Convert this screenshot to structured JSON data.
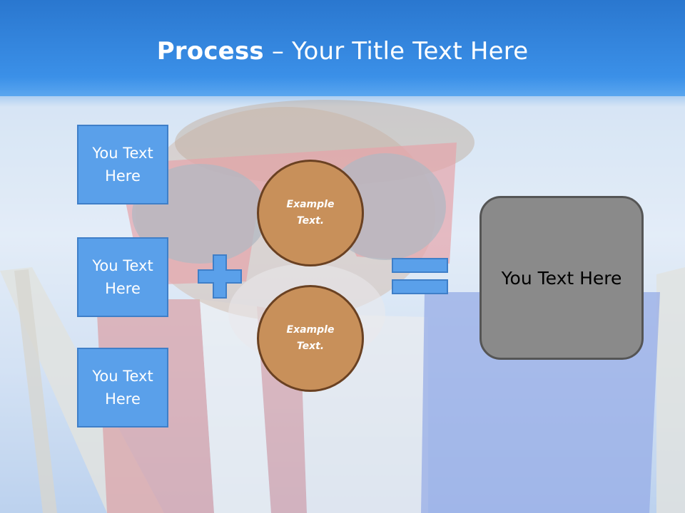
{
  "title": {
    "bold": "Process",
    "rest": " – Your Title Text Here"
  },
  "left_boxes": [
    {
      "label": "You Text\nHere"
    },
    {
      "label": "You Text\nHere"
    },
    {
      "label": "You Text\nHere"
    }
  ],
  "circles": [
    {
      "label": "Example\nText."
    },
    {
      "label": "Example\nText."
    }
  ],
  "result": {
    "label": "You Text Here"
  },
  "icons": {
    "plus": "plus-icon",
    "equals": "equals-icon"
  },
  "colors": {
    "header": "#2f7fd6",
    "box": "#5aa0ea",
    "box_border": "#3f7fc8",
    "circle": "#c8905a",
    "circle_border": "#6a4122",
    "result": "#8a8a8a"
  }
}
